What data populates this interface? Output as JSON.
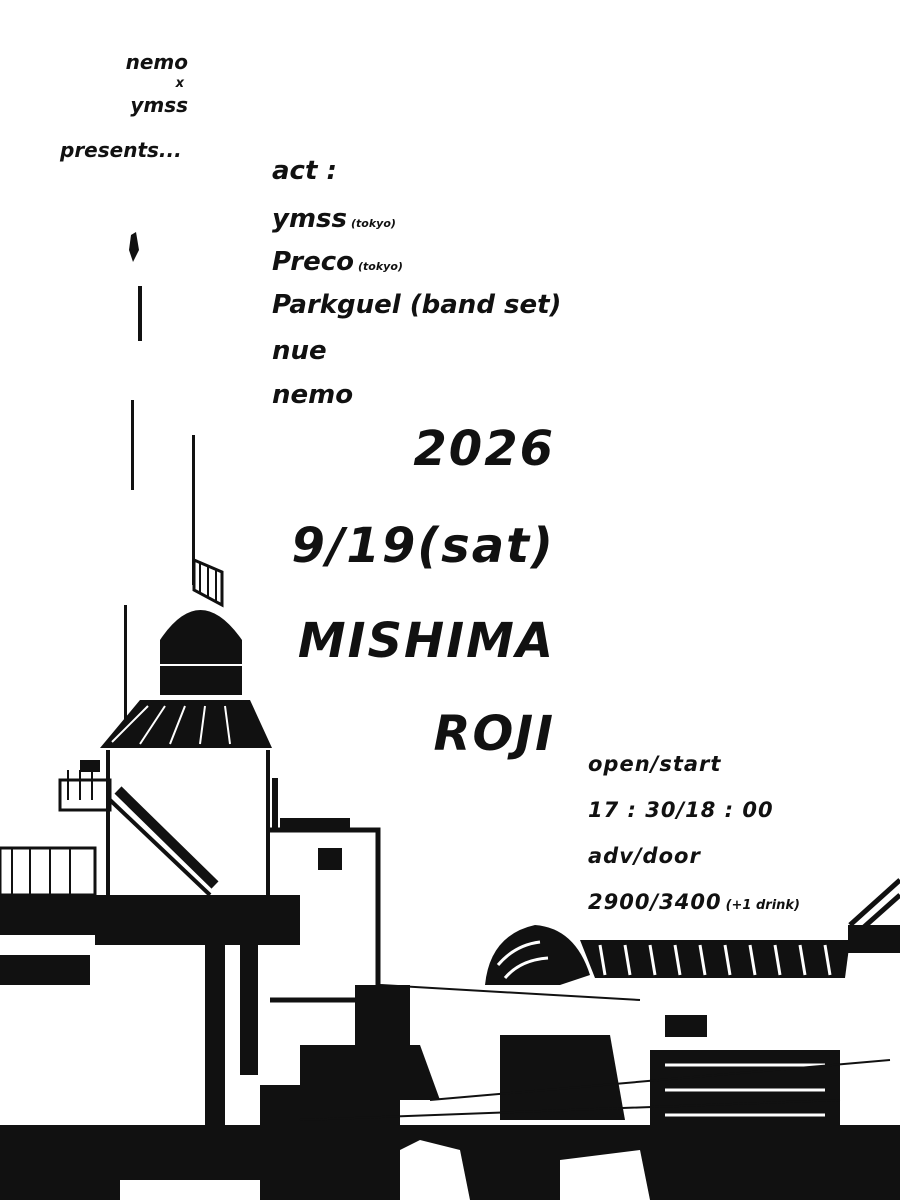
{
  "organizers": {
    "first": "nemo",
    "joiner": "x",
    "second": "ymss",
    "presents": "presents..."
  },
  "lineup": {
    "heading": "act :",
    "acts": [
      {
        "name": "ymss",
        "note": "(tokyo)"
      },
      {
        "name": "Preco",
        "note": "(tokyo)"
      },
      {
        "name": "Parkguel (band set)",
        "note": ""
      },
      {
        "name": "nue",
        "note": ""
      },
      {
        "name": "nemo",
        "note": ""
      }
    ]
  },
  "event": {
    "year": "2026",
    "date": "9/19(sat)",
    "city": "MISHIMA",
    "venue": "ROJI"
  },
  "details": {
    "time_label": "open/start",
    "time_value": "17 : 30/18 : 00",
    "price_label": "adv/door",
    "price_value": "2900/3400",
    "price_note": "(+1 drink)"
  },
  "colors": {
    "ink": "#111111",
    "paper": "#ffffff"
  }
}
